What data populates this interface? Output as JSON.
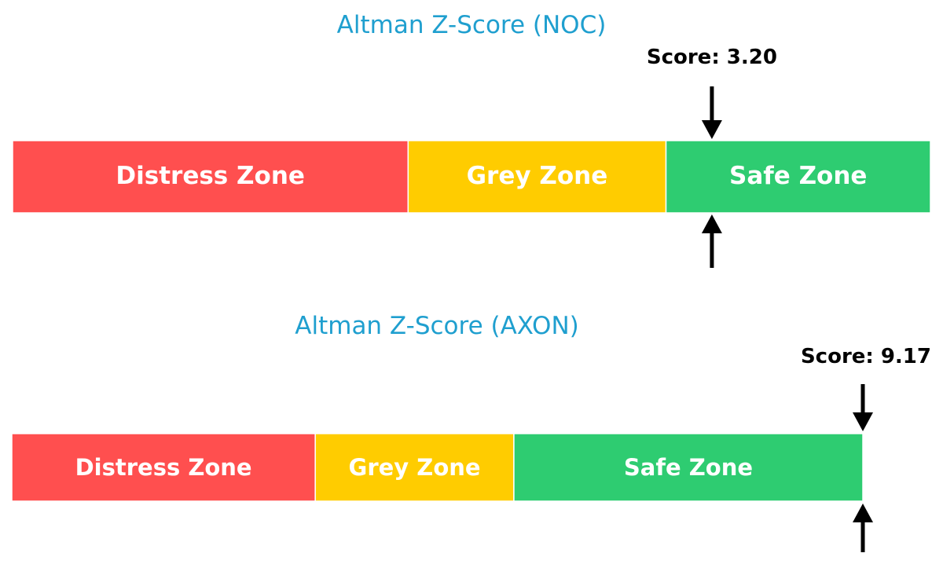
{
  "chart_data": [
    {
      "type": "bar",
      "title": "Altman Z-Score (NOC)",
      "score_label": "Score: 3.20",
      "score": 3.2,
      "xlim": [
        0,
        4.2
      ],
      "zones": [
        {
          "name": "Distress Zone",
          "from": 0,
          "to": 1.81,
          "color": "#ff4f4f"
        },
        {
          "name": "Grey Zone",
          "from": 1.81,
          "to": 2.99,
          "color": "#ffcc00"
        },
        {
          "name": "Safe Zone",
          "from": 2.99,
          "to": 4.2,
          "color": "#2ecc71"
        }
      ]
    },
    {
      "type": "bar",
      "title": "Altman Z-Score (AXON)",
      "score_label": "Score: 9.17",
      "score": 9.17,
      "xlim": [
        0,
        9.17
      ],
      "zones": [
        {
          "name": "Distress Zone",
          "from": 0,
          "to": 3.27,
          "color": "#ff4f4f"
        },
        {
          "name": "Grey Zone",
          "from": 3.27,
          "to": 5.41,
          "color": "#ffcc00"
        },
        {
          "name": "Safe Zone",
          "from": 5.41,
          "to": 9.17,
          "color": "#2ecc71"
        }
      ]
    }
  ]
}
